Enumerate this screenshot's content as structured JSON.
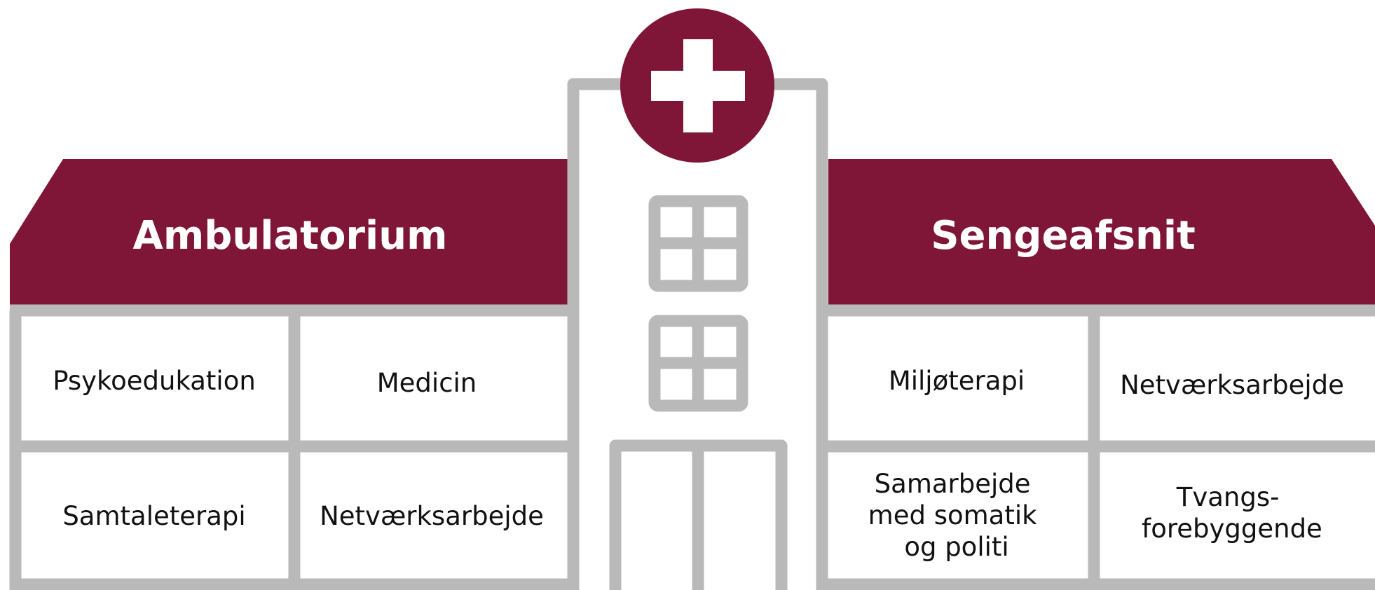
{
  "colors": {
    "accent": "#7f1637",
    "frame": "#b9b9b9",
    "background": "#ffffff",
    "text_dark": "#111111",
    "text_light": "#ffffff"
  },
  "left_wing": {
    "title": "Ambulatorium",
    "cells": [
      {
        "lines": [
          "Psykoedukation"
        ]
      },
      {
        "lines": [
          "Medicin"
        ]
      },
      {
        "lines": [
          "Samtaleterapi"
        ]
      },
      {
        "lines": [
          "Netværksarbejde"
        ]
      }
    ]
  },
  "right_wing": {
    "title": "Sengeafsnit",
    "cells": [
      {
        "lines": [
          "Miljøterapi"
        ]
      },
      {
        "lines": [
          "Netværksarbejde"
        ]
      },
      {
        "lines": [
          "Samarbejde",
          "med somatik",
          "og politi"
        ]
      },
      {
        "lines": [
          "Tvangs-",
          "forebyggende"
        ]
      }
    ]
  },
  "icons": {
    "badge": "medical-cross-icon"
  }
}
